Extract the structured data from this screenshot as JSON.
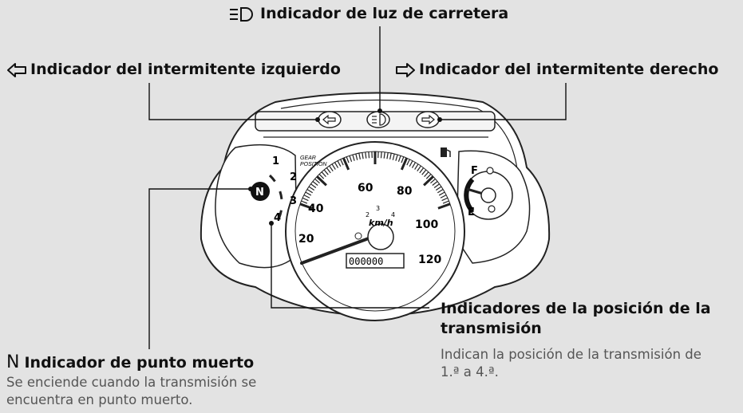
{
  "labels": {
    "high_beam": "Indicador de luz de carretera",
    "left_turn": "Indicador del intermitente izquierdo",
    "right_turn": "Indicador del intermitente derecho",
    "gear_position_title_1": "Indicadores de la posición de la",
    "gear_position_title_2": "transmisión",
    "gear_position_desc_1": "Indican la posición de la transmisión de",
    "gear_position_desc_2": "1.ª a 4.ª.",
    "neutral_icon_text": "N",
    "neutral": "Indicador de punto muerto",
    "neutral_desc_1": "Se enciende cuando la transmisión se",
    "neutral_desc_2": "encuentra en punto muerto."
  },
  "gauge": {
    "gear_caption_1": "GEAR",
    "gear_caption_2": "POSITION",
    "gears": [
      "1",
      "2",
      "3",
      "4"
    ],
    "neutral_mark": "N",
    "speed_ticks": [
      "20",
      "40",
      "60",
      "80",
      "100",
      "120"
    ],
    "speed_unit": "km/h",
    "tach_ticks": [
      "2",
      "3",
      "4"
    ],
    "odometer": "000000",
    "fuel_full": "F",
    "fuel_empty": "E"
  },
  "colors": {
    "background": "#e3e3e3",
    "ink": "#111111",
    "desc": "#555555"
  }
}
